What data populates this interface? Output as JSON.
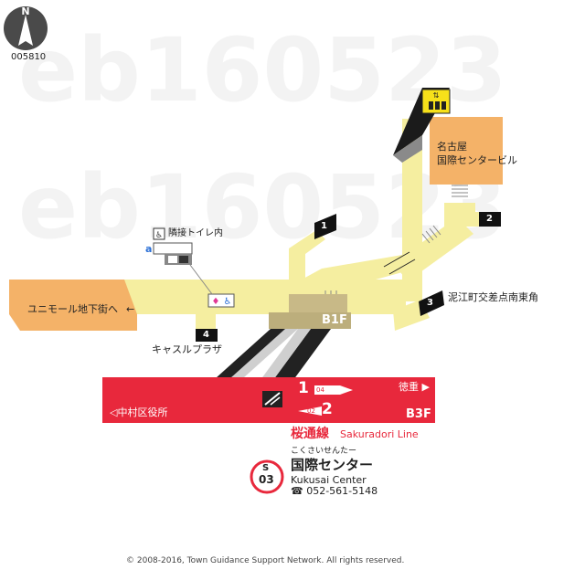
{
  "map_id": "005810",
  "compass": "N",
  "watermark": "eb160523",
  "building": {
    "line1": "名古屋",
    "line2": "国際センタービル"
  },
  "exits": [
    "1",
    "2",
    "3",
    "4"
  ],
  "exit3_label": "泥江町交差点南東角",
  "exit4_label": "キャスルプラザ",
  "mall_label": "ユニモール地下街へ",
  "mall_arrow": "←",
  "toilet_label": "隣接トイレ内",
  "facility_marker": "a",
  "floors": {
    "upper": "B1F",
    "lower": "B3F"
  },
  "platforms": {
    "track1": "1",
    "track2": "2",
    "track1_small": "04",
    "track2_small": "02",
    "west": "◁中村区役所",
    "east": "徳重 ▶"
  },
  "station": {
    "line_jp": "桜通線",
    "line_en": "Sakuradori Line",
    "code_letter": "S",
    "code_number": "03",
    "kana": "こくさいせんたー",
    "name_jp": "国際センター",
    "name_en": "Kukusai Center",
    "phone": "☎ 052-561-5148"
  },
  "copyright": "© 2008-2016, Town Guidance Support Network. All rights reserved.",
  "colors": {
    "corridor": "#f5eea0",
    "building": "#f4b268",
    "concourse": "#c8b987",
    "platform": "#e8283c",
    "line_text": "#e8283c"
  },
  "icons": [
    "compass-icon",
    "elevator-icon",
    "stairs-icon",
    "escalator-icon",
    "toilet-icon",
    "wheelchair-icon",
    "phone-icon"
  ]
}
